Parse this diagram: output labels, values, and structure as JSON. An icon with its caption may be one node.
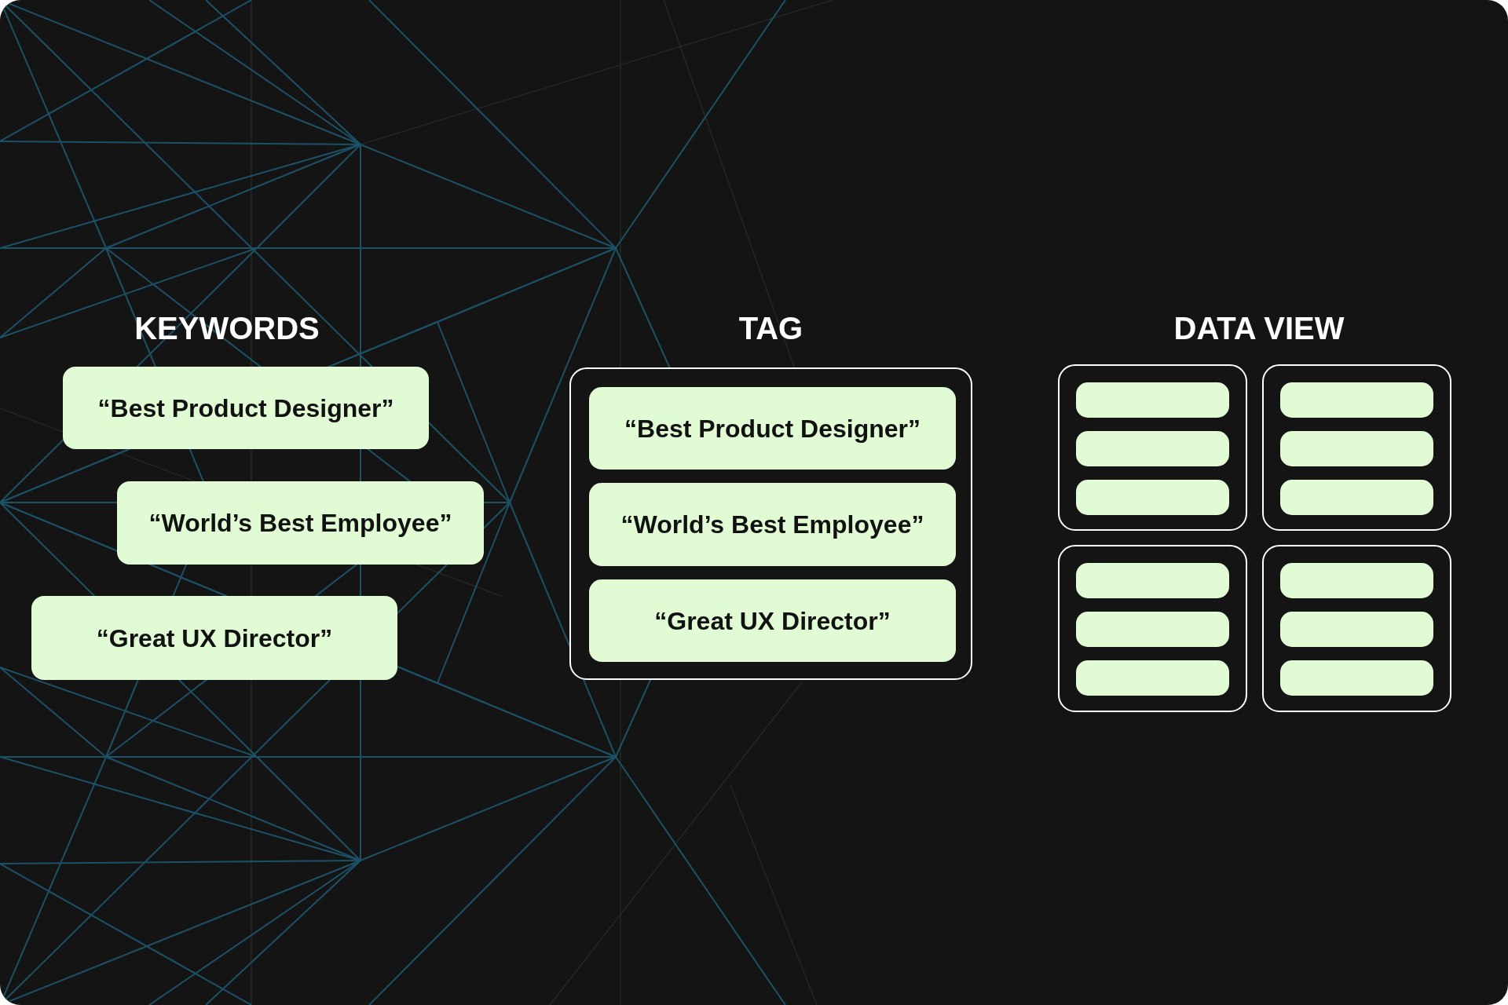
{
  "diagram": {
    "nodes": [
      {
        "text": [
          "“Best Product Designer”"
        ]
      },
      {
        "text": [
          "“World’s Best Employee”"
        ]
      },
      {
        "text": [
          "“Great UX Director”"
        ]
      },
      {
        "text": [
          "TAG"
        ]
      },
      {
        "text": [
          "“Best Product Designer”"
        ],
        "in": 3
      },
      {
        "text": [
          "“World’s Best Employee”"
        ],
        "in": 3
      },
      {
        "text": [
          "“Great UX Director”"
        ],
        "in": 3
      },
      {
        "text": [],
        "shape": "box"
      },
      {
        "text": [],
        "shape": "bar",
        "in": 7
      },
      {
        "text": [],
        "shape": "bar",
        "in": 7
      },
      {
        "text": [],
        "shape": "bar",
        "in": 7
      },
      {
        "text": [],
        "shape": "box"
      },
      {
        "text": [],
        "shape": "bar",
        "in": 11
      },
      {
        "text": [],
        "shape": "bar",
        "in": 11
      },
      {
        "text": [],
        "shape": "bar",
        "in": 11
      },
      {
        "text": [],
        "shape": "box"
      },
      {
        "text": [],
        "shape": "bar",
        "in": 15
      },
      {
        "text": [],
        "shape": "bar",
        "in": 15
      },
      {
        "text": [],
        "shape": "bar",
        "in": 15
      },
      {
        "text": [],
        "shape": "box"
      },
      {
        "text": [],
        "shape": "bar",
        "in": 19
      },
      {
        "text": [],
        "shape": "bar",
        "in": 19
      },
      {
        "text": [],
        "shape": "bar",
        "in": 19
      }
    ],
    "labels": [
      "KEYWORDS",
      "DATA VIEW"
    ]
  }
}
